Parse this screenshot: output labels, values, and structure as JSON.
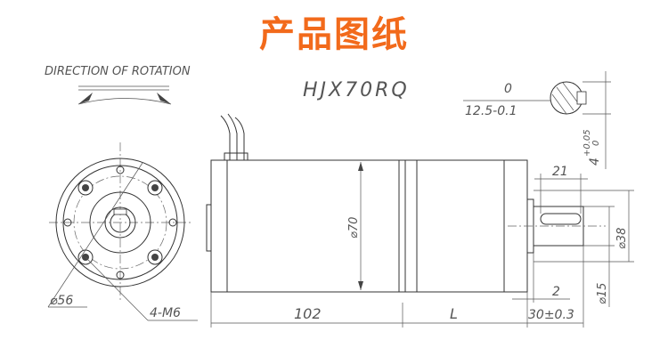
{
  "title": "产品图纸",
  "direction_label": "DIRECTION OF ROTATION",
  "model": "HJX70RQ",
  "dimensions": {
    "body_length": "102",
    "gearbox_length": "L",
    "shaft_length": "30±0.3",
    "gap": "2",
    "key_length": "21",
    "body_dia": "⌀70",
    "flange_dia": "⌀56",
    "pilot_dia": "⌀38",
    "shaft_dia": "⌀15",
    "mount_holes": "4-M6",
    "tol_top": "0",
    "tol_bottom": "12.5-0.1",
    "key_tol_top": "+0.05",
    "key_tol_mid": "0",
    "key_width": "4"
  },
  "colors": {
    "title": "#f26a1b",
    "line": "#333333"
  }
}
